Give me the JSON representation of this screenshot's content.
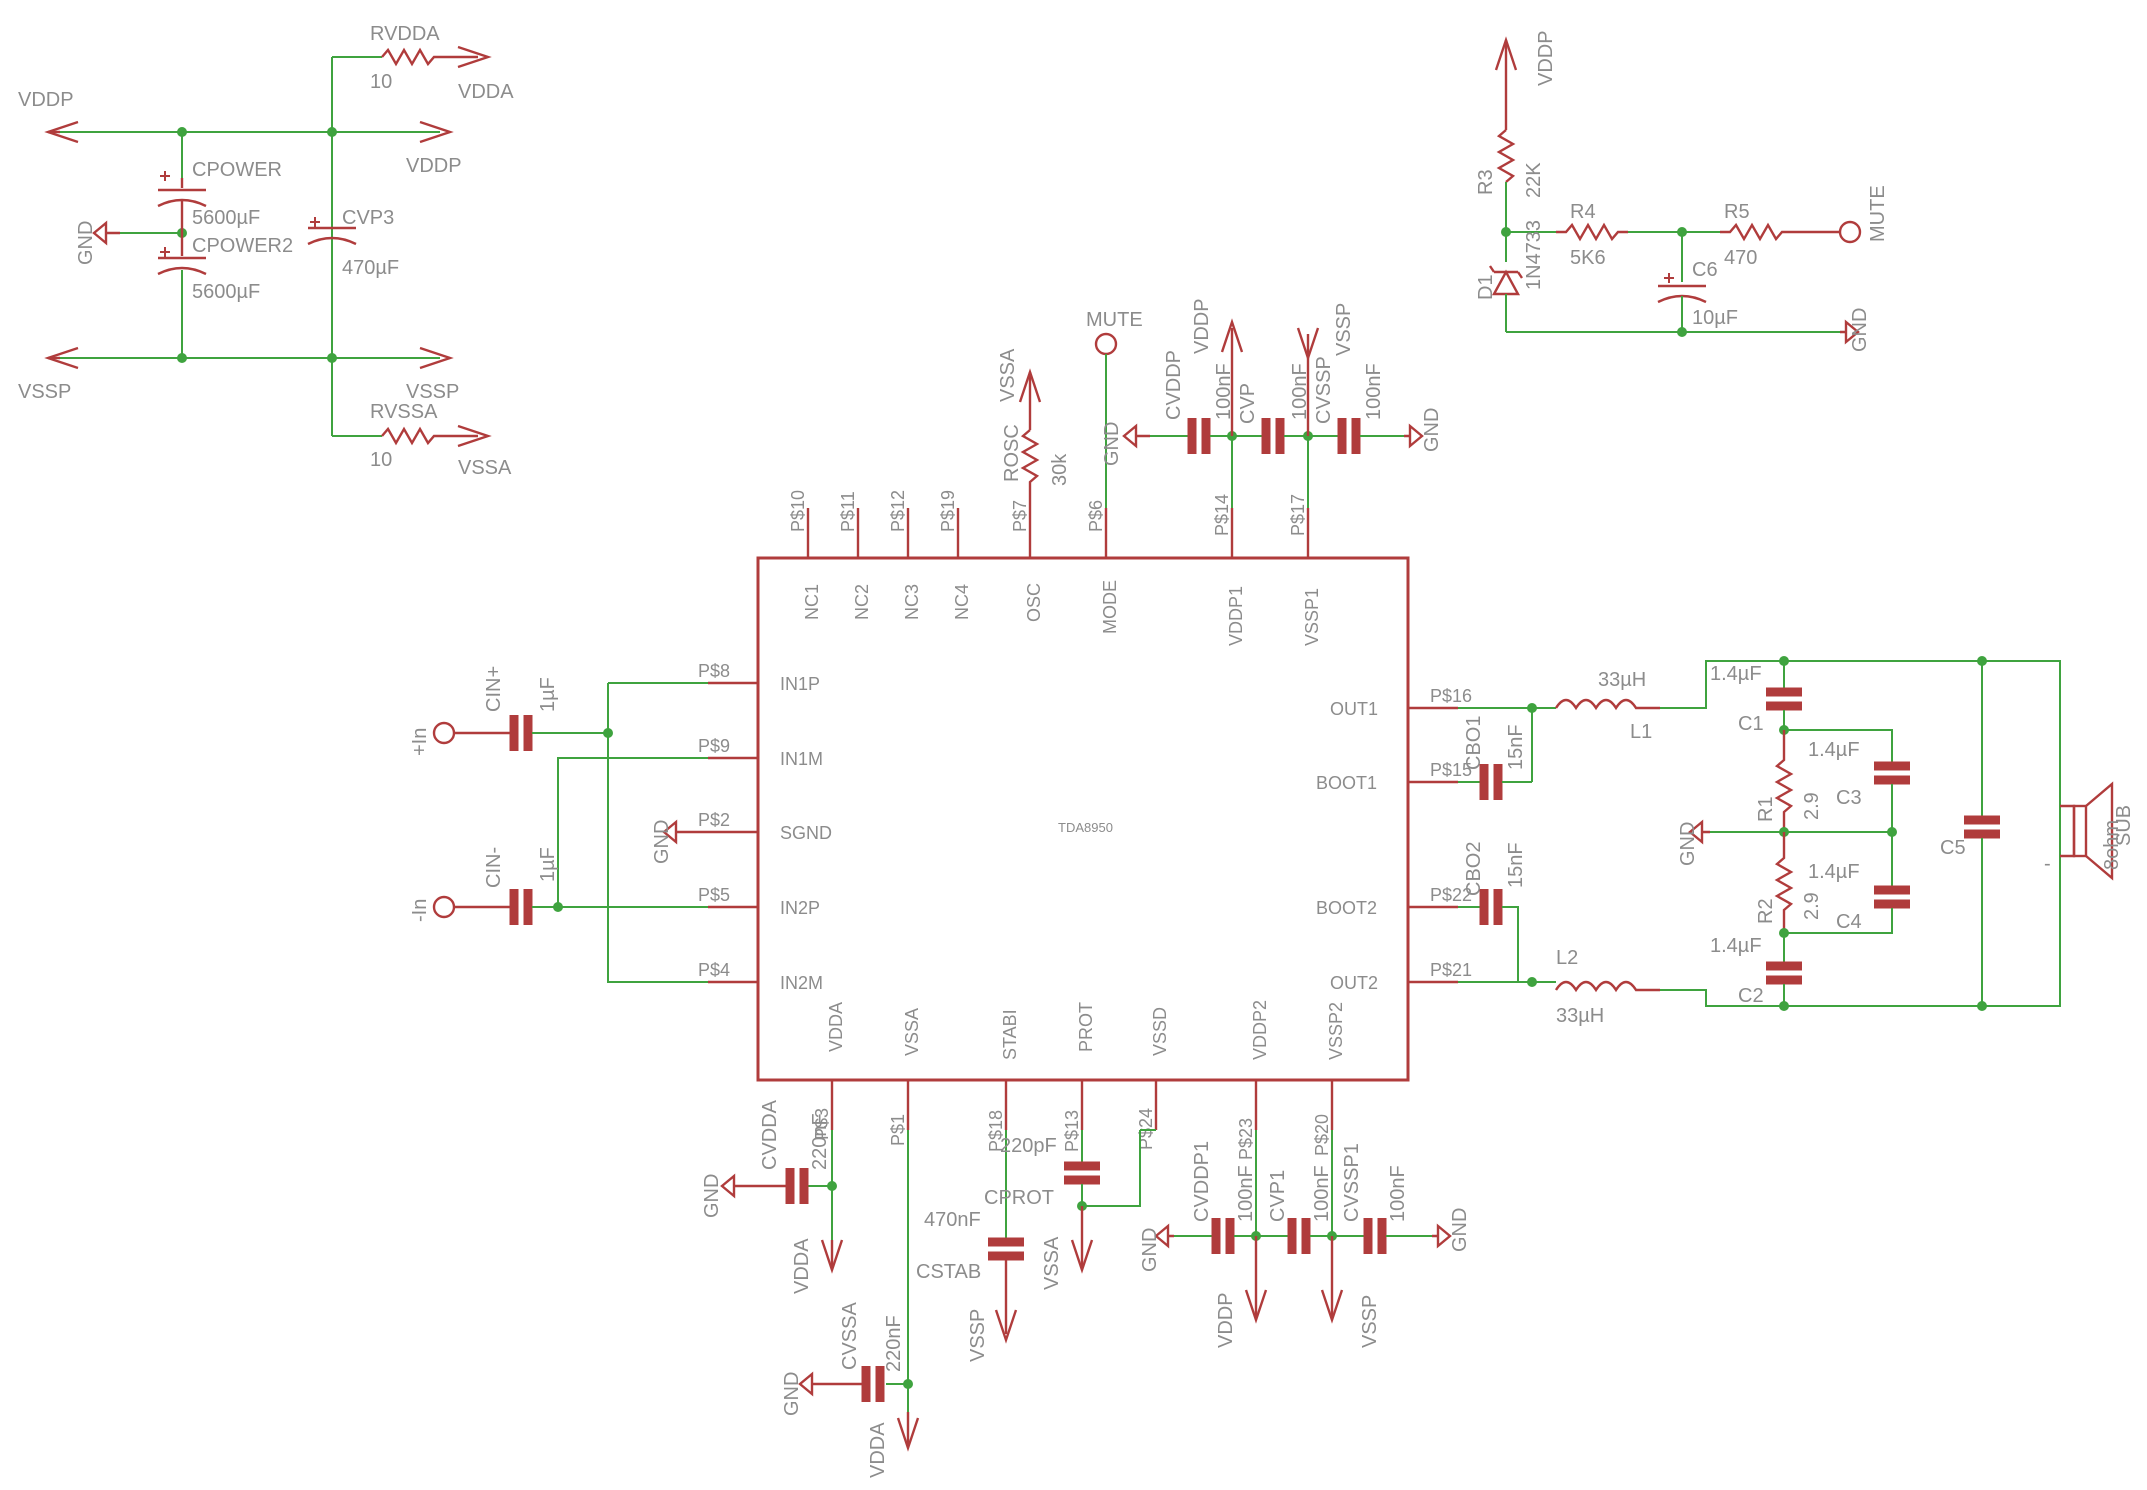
{
  "labels": {
    "supply": {
      "rvdda": "RVDDA",
      "rvdda_val": "10",
      "vdda_out": "VDDA",
      "vddp_left": "VDDP",
      "vddp_right": "VDDP",
      "cpower": "CPOWER",
      "cpower_val": "5600µF",
      "cpower2": "CPOWER2",
      "cpower2_val": "5600µF",
      "cvp3": "CVP3",
      "cvp3_val": "470µF",
      "gnd": "GND",
      "vssp_left": "VSSP",
      "vssp_right": "VSSP",
      "rvssa": "RVSSA",
      "rvssa_val": "10",
      "vssa_out": "VSSA"
    },
    "mute_circuit": {
      "vddp": "VDDP",
      "r3": "R3",
      "r3_val": "22K",
      "r4": "R4",
      "r4_val": "5K6",
      "r5": "R5",
      "r5_val": "470",
      "mute": "MUTE",
      "d1": "D1",
      "d1_val": "1N4733",
      "c6": "C6",
      "c6_val": "10µF",
      "gnd": "GND"
    },
    "top": {
      "vssa": "VSSA",
      "rosc": "ROSC",
      "rosc_val": "30k",
      "mute": "MUTE",
      "gnd1": "GND",
      "cvddp": "CVDDP",
      "cvddp_val": "100nF",
      "vddp": "VDDP",
      "cvp": "CVP",
      "cvp_val": "100nF",
      "cvssp": "CVSSP",
      "vssp": "VSSP",
      "cvssp_val": "100nF",
      "gnd2": "GND"
    },
    "chip": {
      "name": "TDA8950",
      "top_pins": [
        {
          "pad": "P$10",
          "name": "NC1"
        },
        {
          "pad": "P$11",
          "name": "NC2"
        },
        {
          "pad": "P$12",
          "name": "NC3"
        },
        {
          "pad": "P$19",
          "name": "NC4"
        },
        {
          "pad": "P$7",
          "name": "OSC"
        },
        {
          "pad": "P$6",
          "name": "MODE"
        },
        {
          "pad": "P$14",
          "name": "VDDP1"
        },
        {
          "pad": "P$17",
          "name": "VSSP1"
        }
      ],
      "left_pins": [
        {
          "pad": "P$8",
          "name": "IN1P"
        },
        {
          "pad": "P$9",
          "name": "IN1M"
        },
        {
          "pad": "P$2",
          "name": "SGND"
        },
        {
          "pad": "P$5",
          "name": "IN2P"
        },
        {
          "pad": "P$4",
          "name": "IN2M"
        }
      ],
      "right_pins": [
        {
          "pad": "P$16",
          "name": "OUT1"
        },
        {
          "pad": "P$15",
          "name": "BOOT1"
        },
        {
          "pad": "P$22",
          "name": "BOOT2"
        },
        {
          "pad": "P$21",
          "name": "OUT2"
        }
      ],
      "bottom_pins": [
        {
          "pad": "P$3",
          "name": "VDDA"
        },
        {
          "pad": "P$1",
          "name": "VSSA"
        },
        {
          "pad": "P$18",
          "name": "STABI"
        },
        {
          "pad": "P$13",
          "name": "PROT"
        },
        {
          "pad": "P$24",
          "name": "VSSD"
        },
        {
          "pad": "P$23",
          "name": "VDDP2"
        },
        {
          "pad": "P$20",
          "name": "VSSP2"
        }
      ]
    },
    "inputs": {
      "in_plus": "+In",
      "cin_plus": "CIN+",
      "cin_plus_val": "1µF",
      "in_minus": "-In",
      "cin_minus": "CIN-",
      "cin_minus_val": "1µF",
      "sgnd_gnd": "GND"
    },
    "outputs": {
      "cbo1": "CBO1",
      "cbo1_val": "15nF",
      "cbo2": "CBO2",
      "cbo2_val": "15nF",
      "l1": "L1",
      "l1_val": "33µH",
      "l2": "L2",
      "l2_val": "33µH",
      "c1": "C1",
      "c1_val": "1.4µF",
      "c2": "C2",
      "c2_val": "1.4µF",
      "c3": "C3",
      "c3_val": "1.4µF",
      "c4": "C4",
      "c4_val": "1.4µF",
      "r1": "R1",
      "r1_val": "2.9",
      "r2": "R2",
      "r2_val": "2.9",
      "c5": "C5",
      "gnd": "GND",
      "speaker": "SUB",
      "speaker_val": "8ohm",
      "minus": "-"
    },
    "bottom": {
      "cvdda": "CVDDA",
      "cvdda_val": "220nF",
      "gnd_a": "GND",
      "vdda_a": "VDDA",
      "cvssa": "CVSSA",
      "cvssa_val": "220nF",
      "gnd_b": "GND",
      "vdda_b": "VDDA",
      "cstab": "CSTAB",
      "cstab_val": "470nF",
      "vssp_s": "VSSP",
      "cprot": "CPROT",
      "cprot_val": "220pF",
      "vssa_p": "VSSA",
      "cvddp1": "CVDDP1",
      "cvddp1_val": "100nF",
      "gnd_c": "GND",
      "cvp1": "CVP1",
      "cvp1_val": "100nF",
      "vddp": "VDDP",
      "cvssp1": "CVSSP1",
      "cvssp1_val": "100nF",
      "vssp": "VSSP",
      "gnd_d": "GND"
    }
  },
  "colors": {
    "wire": "#3fa33f",
    "part": "#b03c3c",
    "text": "#8c8c8c"
  },
  "icons": [
    "arrow-supply-icon",
    "gnd-symbol-icon",
    "terminal-icon",
    "speaker-icon",
    "diode-icon"
  ]
}
